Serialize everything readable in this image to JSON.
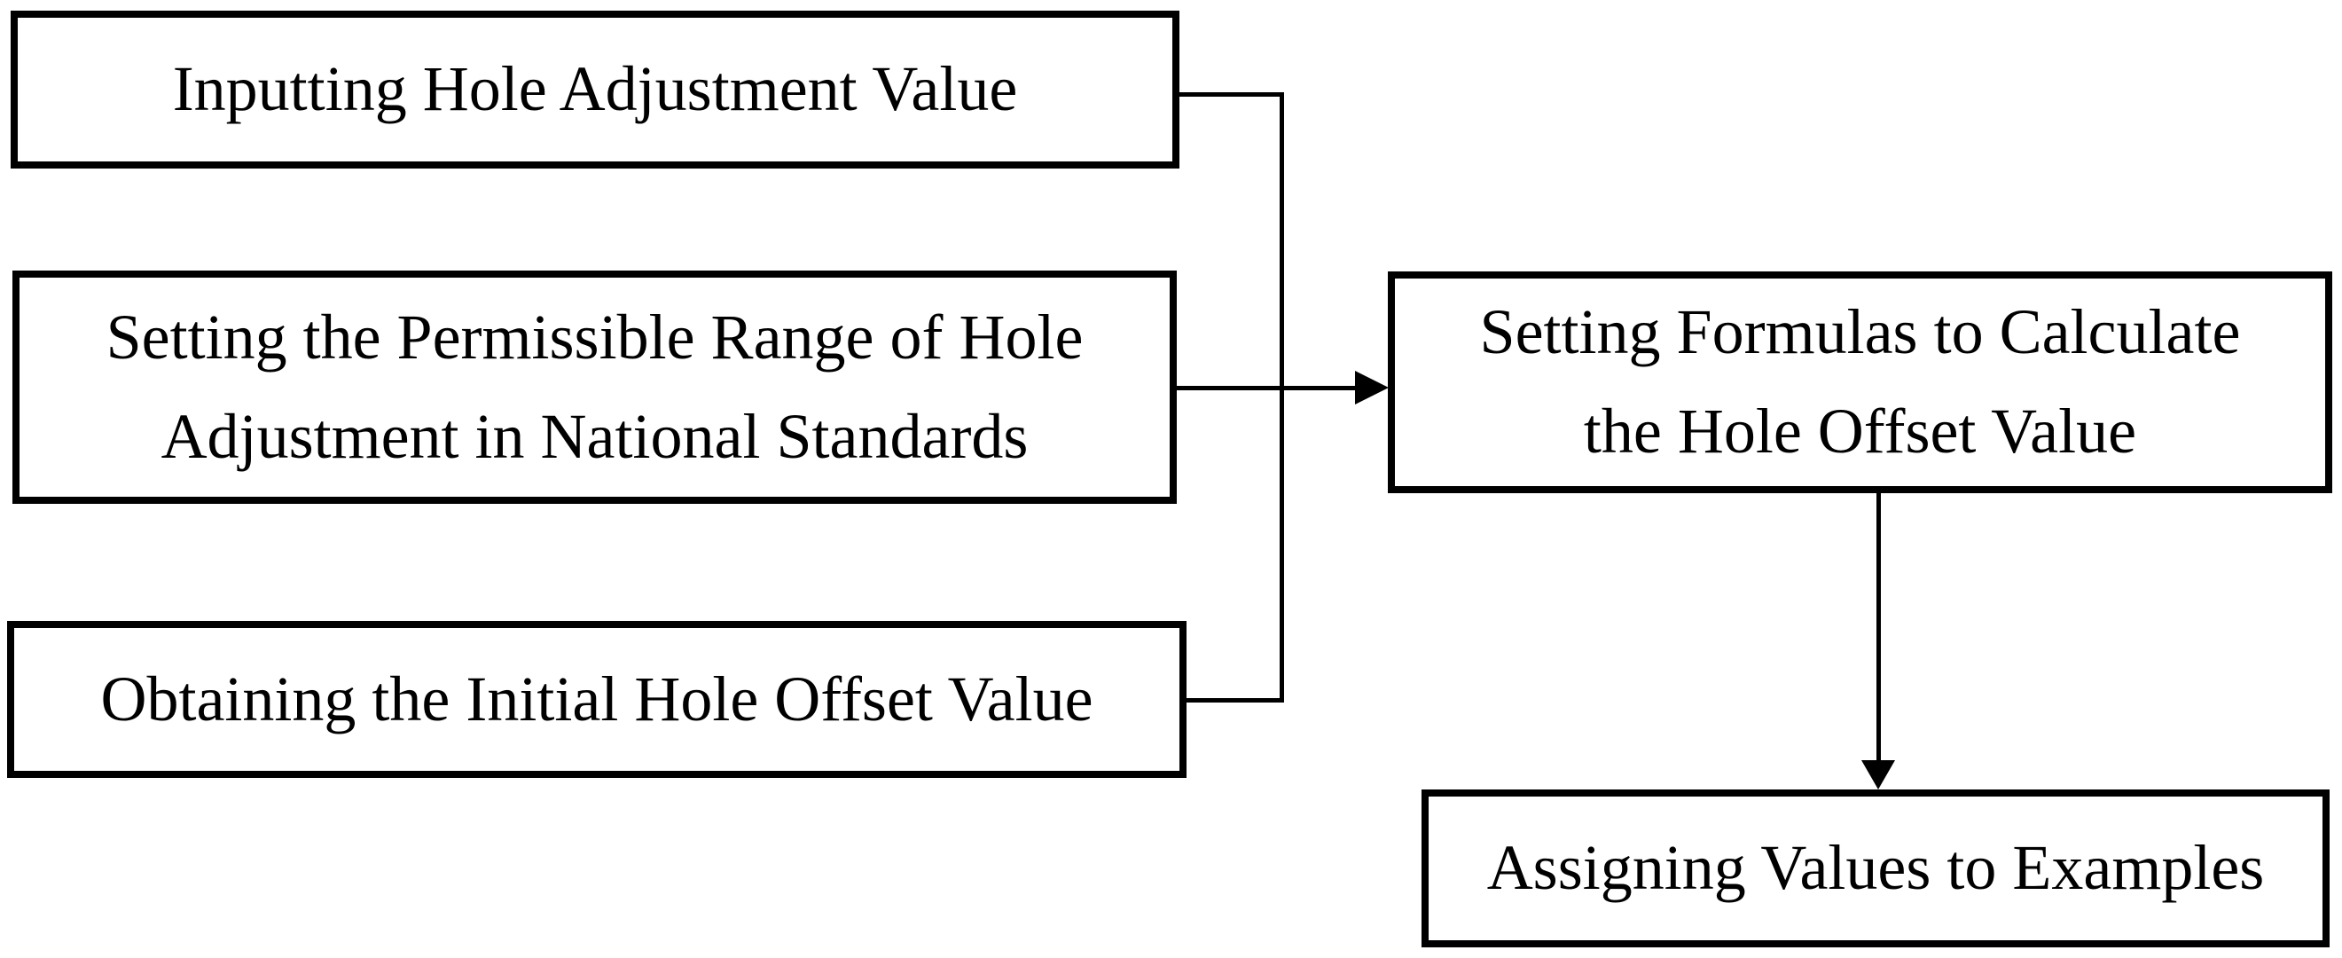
{
  "figure": {
    "type": "flowchart",
    "background_color": "#ffffff",
    "box_border_color": "#000000",
    "connector_color": "#000000",
    "text_color": "#000000"
  },
  "nodes": [
    {
      "id": "inputting-hole-adjustment-value",
      "label": "Inputting Hole Adjustment Value",
      "lines": [
        "Inputting Hole Adjustment Value"
      ]
    },
    {
      "id": "setting-permissible-range",
      "label": "Setting the Permissible Range of Hole Adjustment in National Standards",
      "lines": [
        "Setting the Permissible Range of Hole",
        "Adjustment in National Standards"
      ]
    },
    {
      "id": "obtaining-initial-hole-offset",
      "label": "Obtaining the Initial Hole Offset Value",
      "lines": [
        "Obtaining the Initial Hole Offset Value"
      ]
    },
    {
      "id": "setting-formulas",
      "label": "Setting Formulas to Calculate the Hole Offset Value",
      "lines": [
        "Setting Formulas to Calculate",
        "the Hole Offset Value"
      ]
    },
    {
      "id": "assigning-values",
      "label": "Assigning Values to Examples",
      "lines": [
        "Assigning Values to Examples"
      ]
    }
  ],
  "edges": [
    {
      "from": "inputting-hole-adjustment-value",
      "to": "setting-formulas",
      "style": "elbow-line"
    },
    {
      "from": "setting-permissible-range",
      "to": "setting-formulas",
      "style": "arrow"
    },
    {
      "from": "obtaining-initial-hole-offset",
      "to": "setting-formulas",
      "style": "elbow-line"
    },
    {
      "from": "setting-formulas",
      "to": "assigning-values",
      "style": "arrow"
    }
  ]
}
